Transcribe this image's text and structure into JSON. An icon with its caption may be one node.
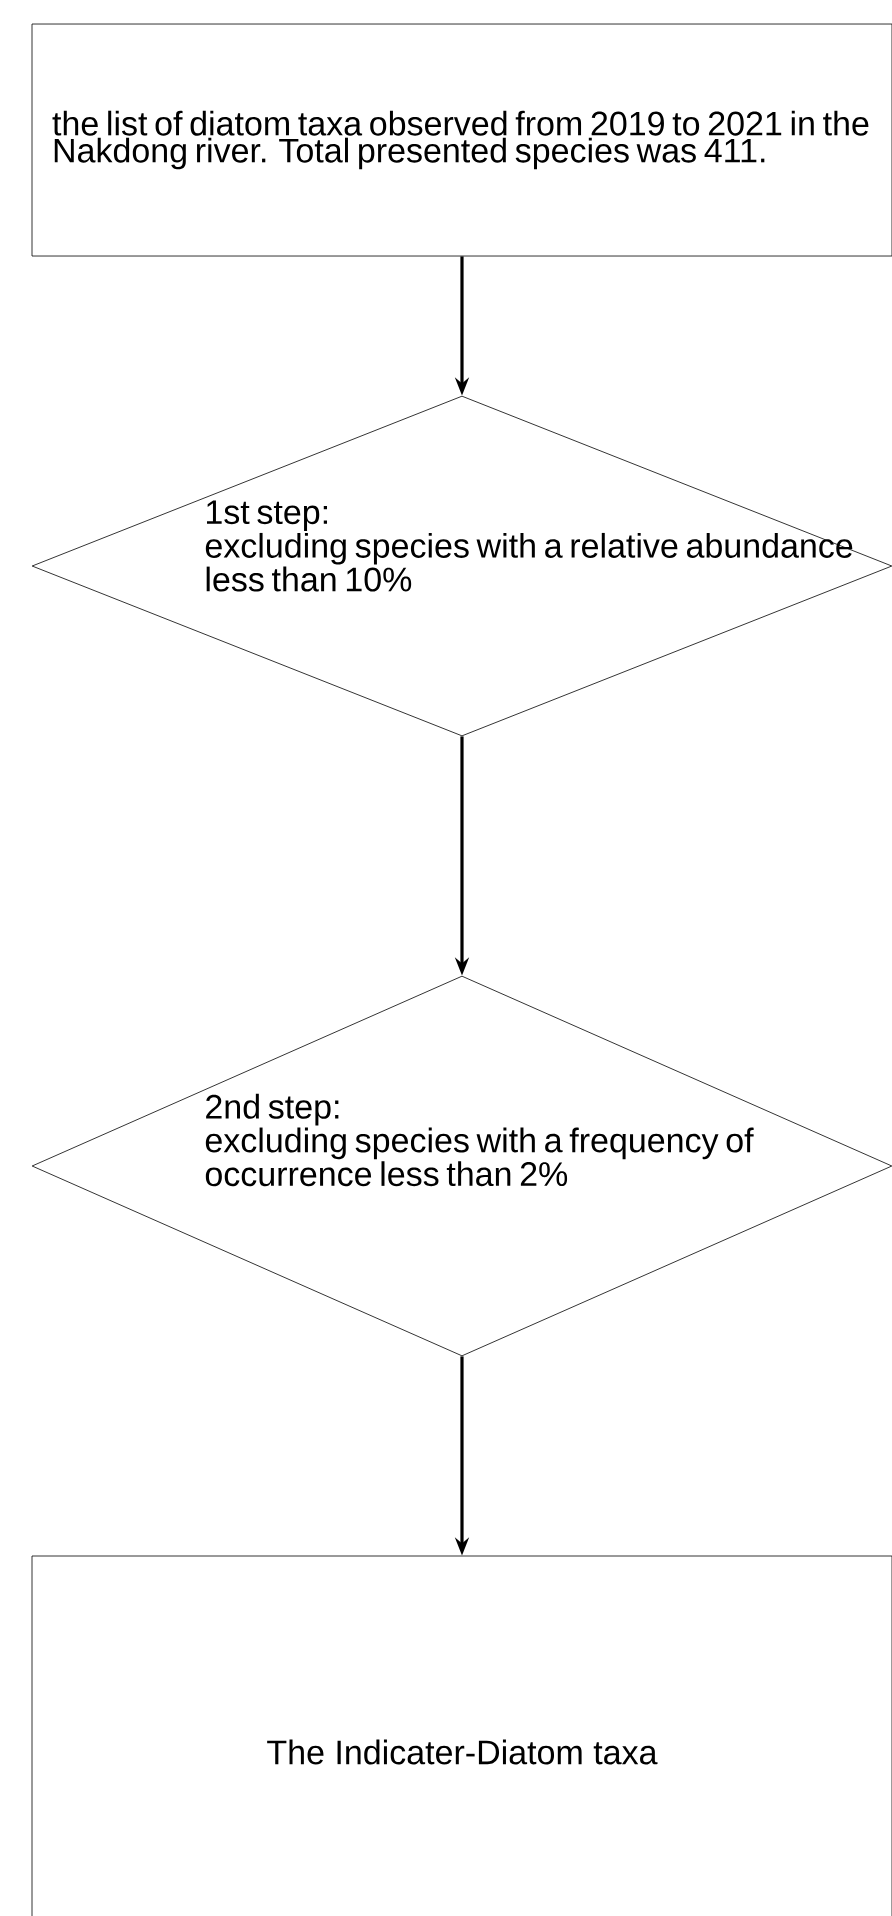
{
  "diagram": {
    "nodes": [
      {
        "text": [
          "the list of diatom taxa observed from 2019 to 2021 in the Nakdong river. Total presented species was 411."
        ]
      },
      {
        "text": [
          "1st step:",
          "excluding species with a relative abundance less than 10%"
        ]
      },
      {
        "text": [
          "2nd step:",
          "excluding species with a frequency of occurrence less than 2%"
        ]
      },
      {
        "text": [
          "The Indicater-Diatom taxa"
        ]
      }
    ],
    "edges": [
      {
        "from": 0,
        "to": 1,
        "arrow": "to"
      },
      {
        "from": 1,
        "to": 2,
        "arrow": "to"
      },
      {
        "from": 2,
        "to": 3,
        "arrow": "to"
      }
    ]
  }
}
